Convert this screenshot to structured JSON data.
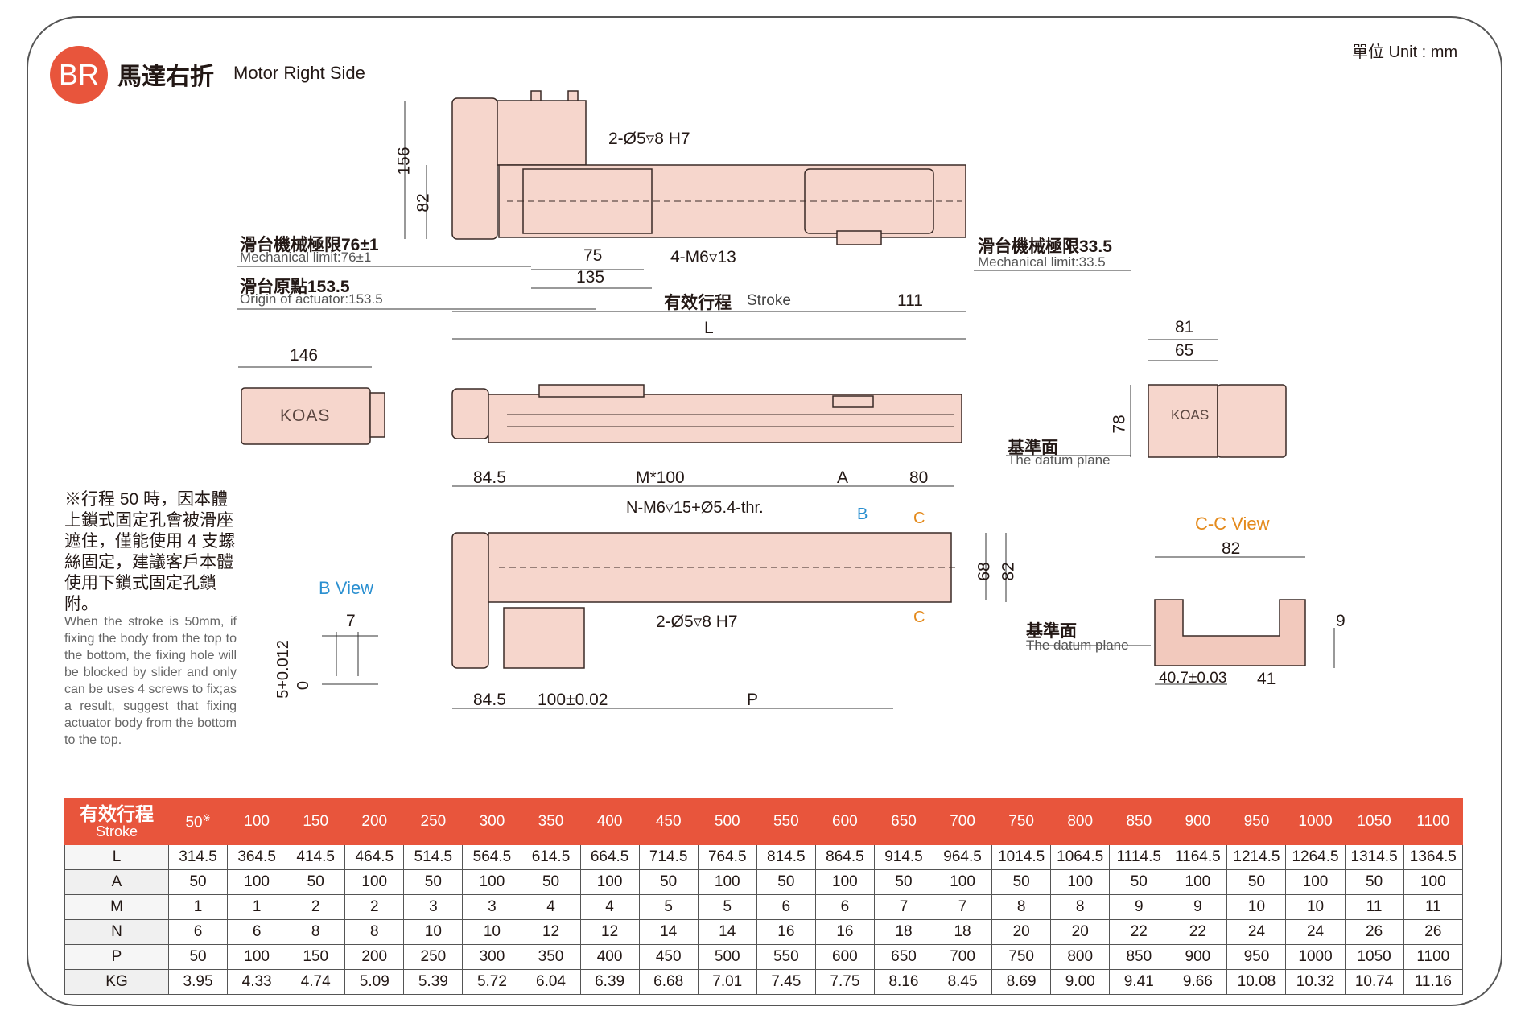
{
  "header": {
    "badge": "BR",
    "title_zh": "馬達右折",
    "title_en": "Motor Right Side",
    "unit": "單位 Unit : mm"
  },
  "labels": {
    "d156": "156",
    "d82_top": "82",
    "hole_top": "2-Ø5▿8 H7",
    "screw_top": "4-M6▿13",
    "d75": "75",
    "d135": "135",
    "stroke_zh": "有效行程",
    "stroke_en": "Stroke",
    "d111": "111",
    "dL": "L",
    "mech_left_zh": "滑台機械極限76±1",
    "mech_left_en": "Mechanical limit:76±1",
    "origin_zh": "滑台原點153.5",
    "origin_en": "Origin of actuator:153.5",
    "mech_right_zh": "滑台機械極限33.5",
    "mech_right_en": "Mechanical limit:33.5",
    "d146": "146",
    "d81": "81",
    "d65": "65",
    "d78": "78",
    "datum1_zh": "基準面",
    "datum1_en": "The datum plane",
    "d845_top": "84.5",
    "dM100": "M*100",
    "dA": "A",
    "d80": "80",
    "nm6": "N-M6▿15+Ø5.4-thr.",
    "b_mark": "B",
    "c_mark1": "C",
    "c_mark2": "C",
    "d68": "68",
    "d82_bot": "82",
    "hole_bot": "2-Ø5▿8 H7",
    "d845_bot": "84.5",
    "d100": "100±0.02",
    "dP": "P",
    "bview": "B View",
    "d7": "7",
    "d5": "5+0.012",
    "d0": "0",
    "ccview": "C-C View",
    "d82_cc": "82",
    "d9": "9",
    "datum2_zh": "基準面",
    "datum2_en": "The datum plane",
    "d407": "40.7±0.03",
    "d41": "41",
    "logo": "KOAS"
  },
  "note": {
    "zh": "※行程 50 時，因本體上鎖式固定孔會被滑座遮住，僅能使用 4 支螺絲固定，建議客戶本體使用下鎖式固定孔鎖附。",
    "en": "When the stroke is 50mm, if fixing the body from the top to the bottom, the fixing hole will be blocked by slider and only can be uses 4 screws to fix;as a result, suggest that fixing actuator body from the bottom to the top."
  },
  "table": {
    "header_zh": "有效行程",
    "header_en": "Stroke",
    "strokes": [
      "50",
      "100",
      "150",
      "200",
      "250",
      "300",
      "350",
      "400",
      "450",
      "500",
      "550",
      "600",
      "650",
      "700",
      "750",
      "800",
      "850",
      "900",
      "950",
      "1000",
      "1050",
      "1100"
    ],
    "stroke50_mark": "※",
    "rows": [
      {
        "name": "L",
        "values": [
          "314.5",
          "364.5",
          "414.5",
          "464.5",
          "514.5",
          "564.5",
          "614.5",
          "664.5",
          "714.5",
          "764.5",
          "814.5",
          "864.5",
          "914.5",
          "964.5",
          "1014.5",
          "1064.5",
          "1114.5",
          "1164.5",
          "1214.5",
          "1264.5",
          "1314.5",
          "1364.5"
        ]
      },
      {
        "name": "A",
        "values": [
          "50",
          "100",
          "50",
          "100",
          "50",
          "100",
          "50",
          "100",
          "50",
          "100",
          "50",
          "100",
          "50",
          "100",
          "50",
          "100",
          "50",
          "100",
          "50",
          "100",
          "50",
          "100"
        ]
      },
      {
        "name": "M",
        "values": [
          "1",
          "1",
          "2",
          "2",
          "3",
          "3",
          "4",
          "4",
          "5",
          "5",
          "6",
          "6",
          "7",
          "7",
          "8",
          "8",
          "9",
          "9",
          "10",
          "10",
          "11",
          "11"
        ]
      },
      {
        "name": "N",
        "values": [
          "6",
          "6",
          "8",
          "8",
          "10",
          "10",
          "12",
          "12",
          "14",
          "14",
          "16",
          "16",
          "18",
          "18",
          "20",
          "20",
          "22",
          "22",
          "24",
          "24",
          "26",
          "26"
        ]
      },
      {
        "name": "P",
        "values": [
          "50",
          "100",
          "150",
          "200",
          "250",
          "300",
          "350",
          "400",
          "450",
          "500",
          "550",
          "600",
          "650",
          "700",
          "750",
          "800",
          "850",
          "900",
          "950",
          "1000",
          "1050",
          "1100"
        ]
      },
      {
        "name": "KG",
        "values": [
          "3.95",
          "4.33",
          "4.74",
          "5.09",
          "5.39",
          "5.72",
          "6.04",
          "6.39",
          "6.68",
          "7.01",
          "7.45",
          "7.75",
          "8.16",
          "8.45",
          "8.69",
          "9.00",
          "9.41",
          "9.66",
          "10.08",
          "10.32",
          "10.74",
          "11.16"
        ]
      }
    ]
  },
  "colors": {
    "accent": "#e8553c",
    "part_fill": "#f6d6cc",
    "part_stroke": "#3a2a26",
    "blue": "#2a8fd0",
    "orange": "#e48a1c"
  }
}
